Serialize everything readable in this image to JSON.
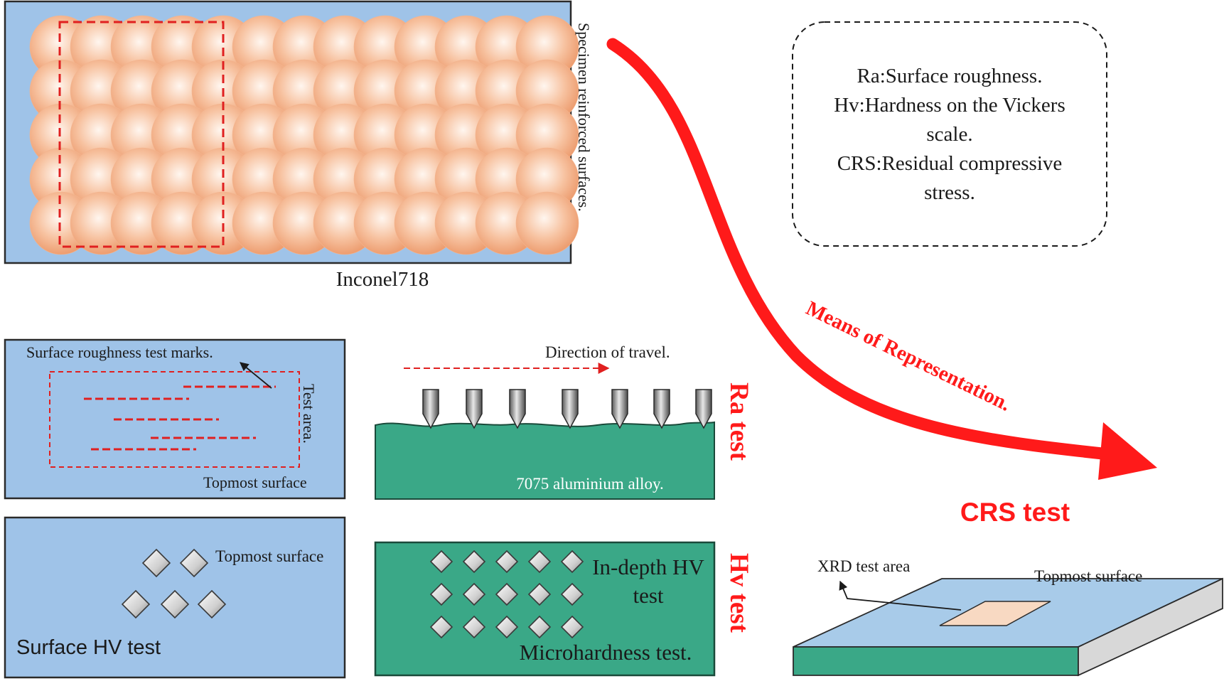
{
  "colors": {
    "panel_blue": "#9fc3e8",
    "panel_green": "#3aa887",
    "shot": "#f0a37a",
    "red": "#ff1a1a",
    "outline": "#2a2a2a",
    "xrd_area": "#f8d9c2",
    "plate_top": "#a8cbe9",
    "plate_front": "#3aa887",
    "plate_side": "#d8d8d8"
  },
  "specimen": {
    "name": "Inconel718",
    "side_label": "Specimen reinforced surfaces.",
    "shot_rows": 5,
    "shot_cols": 13
  },
  "legend": {
    "lines": [
      "Ra:Surface roughness.",
      "Hv:Hardness on the Vickers",
      "scale.",
      "CRS:Residual compressive",
      "stress."
    ]
  },
  "arrow": {
    "label": "Means of Representation."
  },
  "ra_test": {
    "title": "Ra test",
    "marks_label": "Surface roughness test marks.",
    "area_label": "Test area.",
    "surface_label": "Topmost surface",
    "travel_label": "Direction of travel.",
    "material_label": "7075 aluminium alloy."
  },
  "hv_test": {
    "title": "Hv test",
    "surface_label": "Topmost surface",
    "surface_test_label": "Surface HV test",
    "depth_label_line1": "In-depth HV",
    "depth_label_line2": "test",
    "micro_label": "Microhardness test."
  },
  "crs_test": {
    "title": "CRS test",
    "xrd_label": "XRD test area",
    "surface_label": "Topmost surface"
  },
  "icons": [
    "shot-sphere-icon",
    "stylus-probe-icon",
    "vickers-indent-icon",
    "curved-arrow-icon"
  ]
}
